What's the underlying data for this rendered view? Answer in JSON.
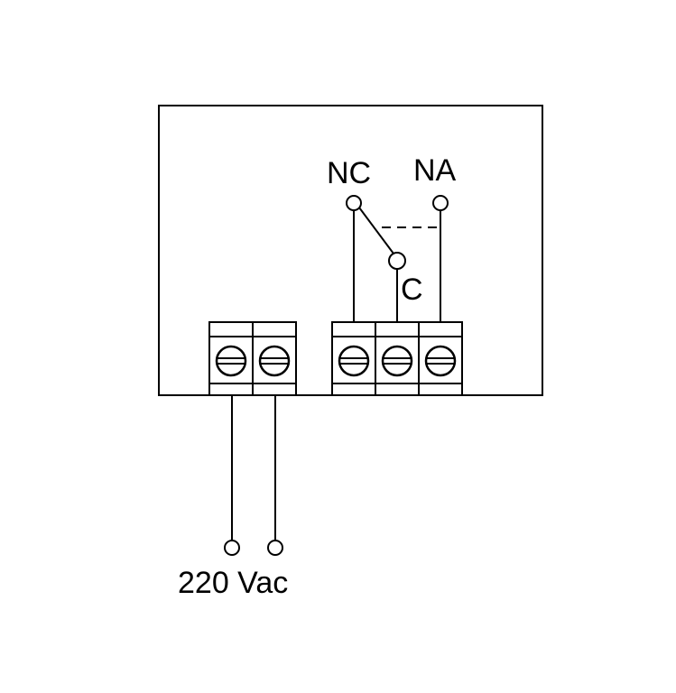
{
  "diagram": {
    "type": "relay wiring schematic",
    "contacts": {
      "nc_label": "NC",
      "na_label": "NA",
      "common_label": "C"
    },
    "power_label": "220 Vac",
    "terminal_blocks": [
      {
        "name": "power",
        "terminals": 2
      },
      {
        "name": "relay",
        "terminals": 3
      }
    ],
    "line_color": "#000000",
    "background": "#ffffff"
  }
}
